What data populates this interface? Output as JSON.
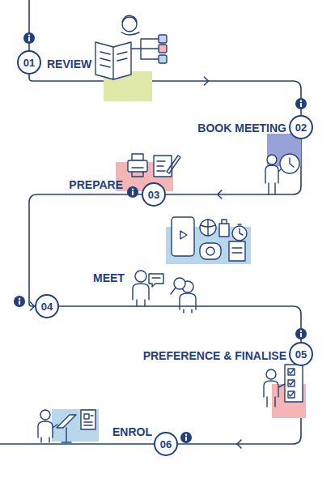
{
  "diagram": {
    "nodes": [
      {
        "text": [
          "01",
          "REVIEW"
        ]
      },
      {
        "text": [
          "BOOK MEETING",
          "02"
        ]
      },
      {
        "text": [
          "PREPARE",
          "03"
        ]
      },
      {
        "text": [
          "MEET",
          "04"
        ]
      },
      {
        "text": [
          "PREFERENCE & FINALISE",
          "05"
        ]
      },
      {
        "text": [
          "ENROL",
          "06"
        ]
      }
    ],
    "edges": [
      {
        "from": 0,
        "to": 1,
        "arrow": "to"
      },
      {
        "from": 1,
        "to": 2,
        "arrow": "to"
      },
      {
        "from": 2,
        "to": 3,
        "arrow": "to"
      },
      {
        "from": 3,
        "to": 4,
        "arrow": "to"
      },
      {
        "from": 4,
        "to": 5,
        "arrow": "to"
      }
    ]
  }
}
